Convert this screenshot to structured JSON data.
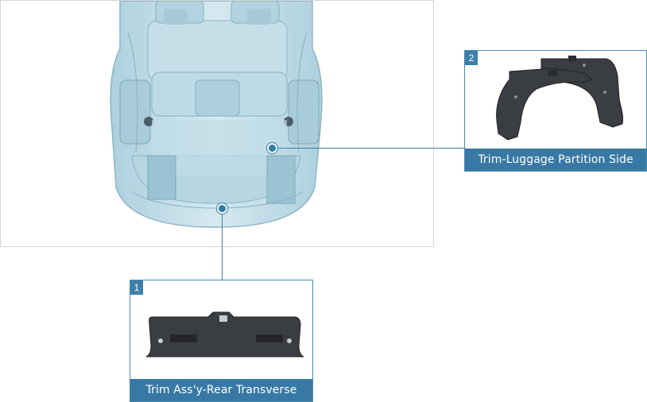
{
  "parts": [
    {
      "number": "1",
      "name": "Trim Ass'y-Rear Transverse"
    },
    {
      "number": "2",
      "name": "Trim-Luggage Partition Side"
    }
  ],
  "colors": {
    "accent": "#3779a4",
    "hotspot": "#2f7ba8",
    "car_body": "#bcdbe6",
    "part_dark": "#3a3d42"
  }
}
